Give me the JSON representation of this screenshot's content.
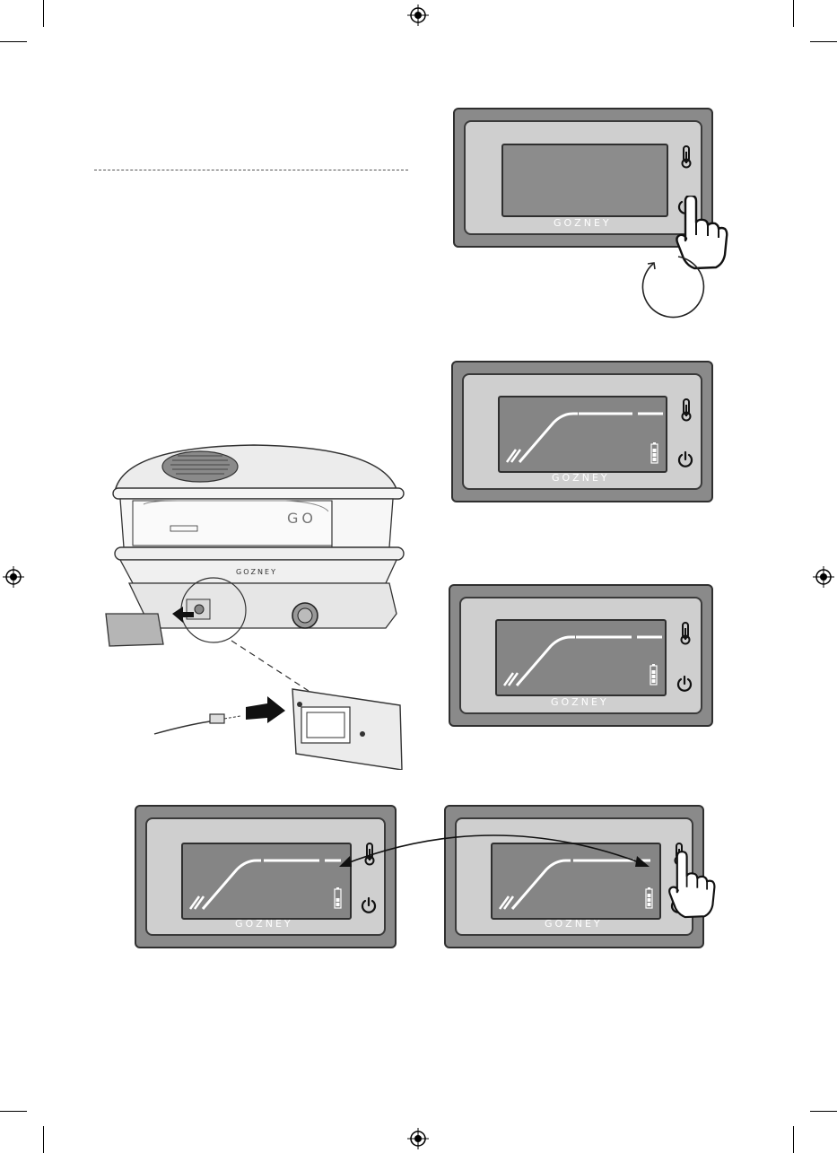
{
  "device": {
    "brand": "GOZNEY",
    "oven_brand_front": "GOZNEY",
    "oven_brand_window": "GO"
  },
  "panels": [
    {
      "id": "power-on",
      "state": "screen-off",
      "finger_on": "power"
    },
    {
      "id": "startup-1",
      "state": "graph",
      "battery_level": 0.75
    },
    {
      "id": "startup-2",
      "state": "graph",
      "battery_level": 0.75
    },
    {
      "id": "graph-left",
      "state": "graph",
      "battery_level": 0.5
    },
    {
      "id": "graph-right",
      "state": "graph",
      "battery_level": 0.75,
      "finger_on": "thermometer"
    }
  ],
  "icons": [
    "thermometer-icon",
    "power-icon",
    "battery-icon",
    "pointing-hand-icon",
    "rotate-arrow-icon",
    "registration-mark-icon",
    "insert-arrow-icon"
  ],
  "colors": {
    "panel_body": "#8a8a8a",
    "panel_face": "#cfcfcf",
    "screen": "#858585",
    "outline": "#2f2f2f"
  }
}
